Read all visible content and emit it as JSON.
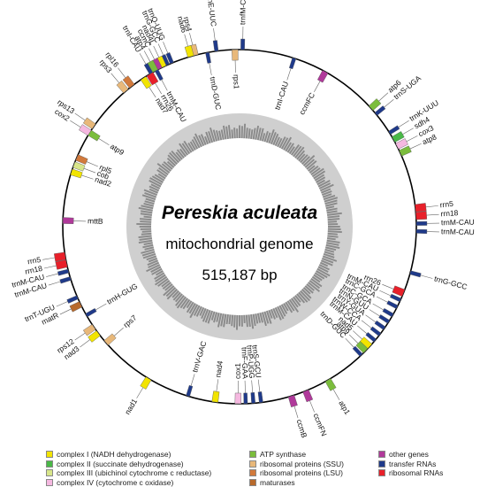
{
  "center": {
    "species": "Pereskia aculeata",
    "genome_type": "mitochondrial genome",
    "size": "515,187 bp"
  },
  "colors": {
    "complex_I": "#f2e400",
    "complex_II": "#49b847",
    "complex_III": "#d8e68a",
    "complex_IV": "#f5b8e0",
    "atp": "#7bbd3c",
    "rps": "#e8b87a",
    "rpl": "#d27a3c",
    "maturase": "#b86a2c",
    "other": "#b0399a",
    "trna": "#1f3a8a",
    "rrna": "#e8202a",
    "gc_dark": "#8a8a8a",
    "gc_light": "#cfcfcf"
  },
  "genes": [
    {
      "name": "trnfM-CAU",
      "angle": 1,
      "cat": "trna",
      "side": "out"
    },
    {
      "name": "rps1",
      "angle": -1.5,
      "cat": "rps",
      "side": "in"
    },
    {
      "name": "trnE-UUC",
      "angle": -7.5,
      "cat": "trna",
      "side": "out"
    },
    {
      "name": "trnD-GUC",
      "angle": -10.5,
      "cat": "trna",
      "side": "in"
    },
    {
      "name": "rps4",
      "angle": -14.5,
      "cat": "rps",
      "side": "out"
    },
    {
      "name": "nad6",
      "angle": -16,
      "cat": "complex_I",
      "side": "out"
    },
    {
      "name": "trnQ-UUG",
      "angle": -22.5,
      "cat": "trna",
      "side": "out"
    },
    {
      "name": "trnG-GCC",
      "angle": -24,
      "cat": "trna",
      "side": "out"
    },
    {
      "name": "nad4L",
      "angle": -25.5,
      "cat": "complex_I",
      "side": "out"
    },
    {
      "name": "ccmC",
      "angle": -27,
      "cat": "other",
      "side": "out"
    },
    {
      "name": "atp4",
      "angle": -28.5,
      "cat": "atp",
      "side": "out"
    },
    {
      "name": "trnI-CAU",
      "angle": -30,
      "cat": "trna",
      "side": "out"
    },
    {
      "name": "trnI-CAU",
      "angle": 18,
      "cat": "trna",
      "side": "in"
    },
    {
      "name": "ccmFC",
      "angle": 29,
      "cat": "other",
      "side": "in"
    },
    {
      "name": "atp6",
      "angle": 48,
      "cat": "atp",
      "side": "out"
    },
    {
      "name": "trnS-UGA",
      "angle": 50.5,
      "cat": "trna",
      "side": "out"
    },
    {
      "name": "trnK-UUU",
      "angle": 58,
      "cat": "trna",
      "side": "out"
    },
    {
      "name": "sdh4",
      "angle": 60.5,
      "cat": "complex_II",
      "side": "out"
    },
    {
      "name": "cox3",
      "angle": 63,
      "cat": "complex_IV",
      "side": "out"
    },
    {
      "name": "atp8",
      "angle": 65.5,
      "cat": "atp",
      "side": "out"
    },
    {
      "name": "rrn5",
      "angle": 84,
      "cat": "rrna",
      "side": "out"
    },
    {
      "name": "rrn18",
      "angle": 86.5,
      "cat": "rrna",
      "side": "out"
    },
    {
      "name": "trnM-CAU",
      "angle": 89,
      "cat": "trna",
      "side": "out"
    },
    {
      "name": "trnM-CAU",
      "angle": 91.5,
      "cat": "trna",
      "side": "out"
    },
    {
      "name": "trnG-GCC",
      "angle": 105,
      "cat": "trna",
      "side": "out"
    },
    {
      "name": "rrn26",
      "angle": 112,
      "cat": "rrna",
      "side": "in"
    },
    {
      "name": "trnM-CAU",
      "angle": 114.5,
      "cat": "trna",
      "side": "in"
    },
    {
      "name": "trnC-GCA",
      "angle": 117,
      "cat": "trna",
      "side": "in"
    },
    {
      "name": "trnC-GCA",
      "angle": 120,
      "cat": "trna",
      "side": "in"
    },
    {
      "name": "trnN-GUU",
      "angle": 122.5,
      "cat": "trna",
      "side": "in"
    },
    {
      "name": "trnY-GUA",
      "angle": 125,
      "cat": "trna",
      "side": "in"
    },
    {
      "name": "trnW-CCA",
      "angle": 127.5,
      "cat": "trna",
      "side": "in"
    },
    {
      "name": "trnM-CAU",
      "angle": 130,
      "cat": "trna",
      "side": "in"
    },
    {
      "name": "nad5",
      "angle": 132.5,
      "cat": "complex_I",
      "side": "in"
    },
    {
      "name": "atp9",
      "angle": 134.5,
      "cat": "atp",
      "side": "in"
    },
    {
      "name": "trnD-GUC",
      "angle": 136.5,
      "cat": "trna",
      "side": "in"
    },
    {
      "name": "atp1",
      "angle": 150,
      "cat": "atp",
      "side": "out"
    },
    {
      "name": "ccmFN",
      "angle": 158,
      "cat": "other",
      "side": "out"
    },
    {
      "name": "ccmB",
      "angle": 163,
      "cat": "other",
      "side": "out"
    },
    {
      "name": "trnS-GCU",
      "angle": 173,
      "cat": "trna",
      "side": "in"
    },
    {
      "name": "trnP-UGG",
      "angle": 175.5,
      "cat": "trna",
      "side": "in"
    },
    {
      "name": "trnF-GAA",
      "angle": 178,
      "cat": "trna",
      "side": "in"
    },
    {
      "name": "cox1",
      "angle": 180.5,
      "cat": "complex_IV",
      "side": "in"
    },
    {
      "name": "nad4",
      "angle": 188,
      "cat": "complex_I",
      "side": "in"
    },
    {
      "name": "trnV-GAC",
      "angle": 197,
      "cat": "trna",
      "side": "in"
    },
    {
      "name": "nad1",
      "angle": 211,
      "cat": "complex_I",
      "side": "out"
    },
    {
      "name": "rps7",
      "angle": 229,
      "cat": "rps",
      "side": "in"
    },
    {
      "name": "trnH-GUG",
      "angle": 240,
      "cat": "trna",
      "side": "in"
    },
    {
      "name": "nad3",
      "angle": 233,
      "cat": "complex_I",
      "side": "out"
    },
    {
      "name": "rps12",
      "angle": 235.5,
      "cat": "rps",
      "side": "out"
    },
    {
      "name": "matR",
      "angle": 244,
      "cat": "maturase",
      "side": "out"
    },
    {
      "name": "trnT-UGU",
      "angle": 246.5,
      "cat": "trna",
      "side": "out"
    },
    {
      "name": "trnM-CAU",
      "angle": 253,
      "cat": "trna",
      "side": "out"
    },
    {
      "name": "trnM-CAU",
      "angle": 255.5,
      "cat": "trna",
      "side": "out"
    },
    {
      "name": "rrn18",
      "angle": 258,
      "cat": "rrna",
      "side": "out"
    },
    {
      "name": "rrn5",
      "angle": 260.5,
      "cat": "rrna",
      "side": "out"
    },
    {
      "name": "mttB",
      "angle": 272,
      "cat": "other",
      "side": "in"
    },
    {
      "name": "nad2",
      "angle": 288,
      "cat": "complex_I",
      "side": "in"
    },
    {
      "name": "cob",
      "angle": 290.5,
      "cat": "complex_III",
      "side": "in"
    },
    {
      "name": "rpl5",
      "angle": 293,
      "cat": "rpl",
      "side": "in"
    },
    {
      "name": "cox2",
      "angle": 302,
      "cat": "complex_IV",
      "side": "out"
    },
    {
      "name": "rps13",
      "angle": 304.5,
      "cat": "rps",
      "side": "out"
    },
    {
      "name": "atp9",
      "angle": 302,
      "cat": "atp",
      "side": "in"
    },
    {
      "name": "rps3",
      "angle": 320,
      "cat": "rps",
      "side": "out"
    },
    {
      "name": "rpl16",
      "angle": 322.5,
      "cat": "rpl",
      "side": "out"
    },
    {
      "name": "nad7",
      "angle": 327,
      "cat": "complex_I",
      "side": "in"
    },
    {
      "name": "rrn26",
      "angle": 329.5,
      "cat": "rrna",
      "side": "in"
    },
    {
      "name": "trnM-CAU",
      "angle": 332,
      "cat": "trna",
      "side": "in"
    }
  ],
  "legend": [
    {
      "label": "complex I (NADH dehydrogenase)",
      "cat": "complex_I"
    },
    {
      "label": "complex II (succinate dehydrogenase)",
      "cat": "complex_II"
    },
    {
      "label": "complex III (ubichinol cytochrome c reductase)",
      "cat": "complex_III"
    },
    {
      "label": "complex IV (cytochrome c oxidase)",
      "cat": "complex_IV"
    },
    {
      "label": "ATP synthase",
      "cat": "atp"
    },
    {
      "label": "ribosomal proteins (SSU)",
      "cat": "rps"
    },
    {
      "label": "ribosomal proteins (LSU)",
      "cat": "rpl"
    },
    {
      "label": "maturases",
      "cat": "maturase"
    },
    {
      "label": "other genes",
      "cat": "other"
    },
    {
      "label": "transfer RNAs",
      "cat": "trna"
    },
    {
      "label": "ribosomal RNAs",
      "cat": "rrna"
    }
  ]
}
